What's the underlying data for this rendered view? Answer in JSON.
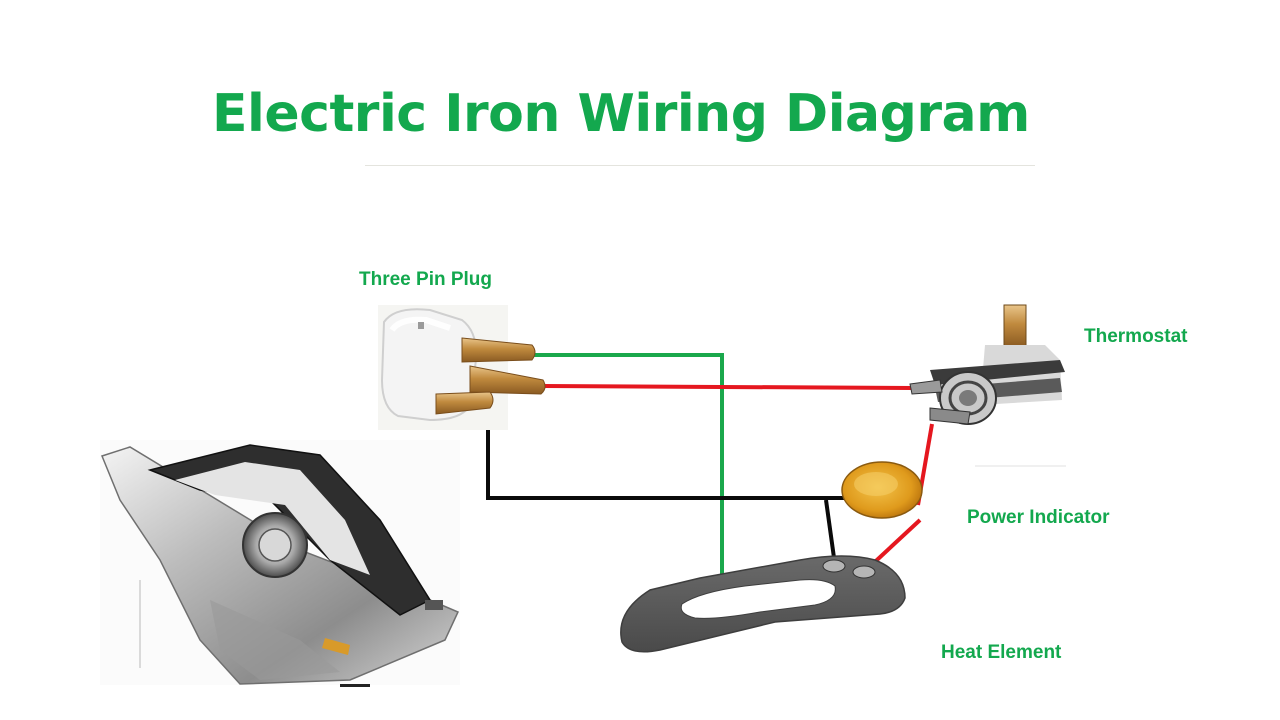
{
  "title": "Electric Iron Wiring Diagram",
  "labels": {
    "plug": "Three Pin Plug",
    "thermostat": "Thermostat",
    "indicator": "Power Indicator",
    "element": "Heat Element"
  },
  "colors": {
    "text_green": "#13a84e",
    "wire_earth": "#1aa84c",
    "wire_live": "#e5171f",
    "wire_neutral": "#0a0a0a",
    "indicator_amber": "#e3a01d",
    "plug_pin_brass": "#c08a3e",
    "element_grey": "#5b5b5b"
  },
  "icons": {
    "plug": "three-pin-plug-icon",
    "thermostat": "thermostat-icon",
    "indicator": "power-indicator-lamp-icon",
    "element": "heating-element-icon",
    "iron": "electric-iron-icon"
  }
}
